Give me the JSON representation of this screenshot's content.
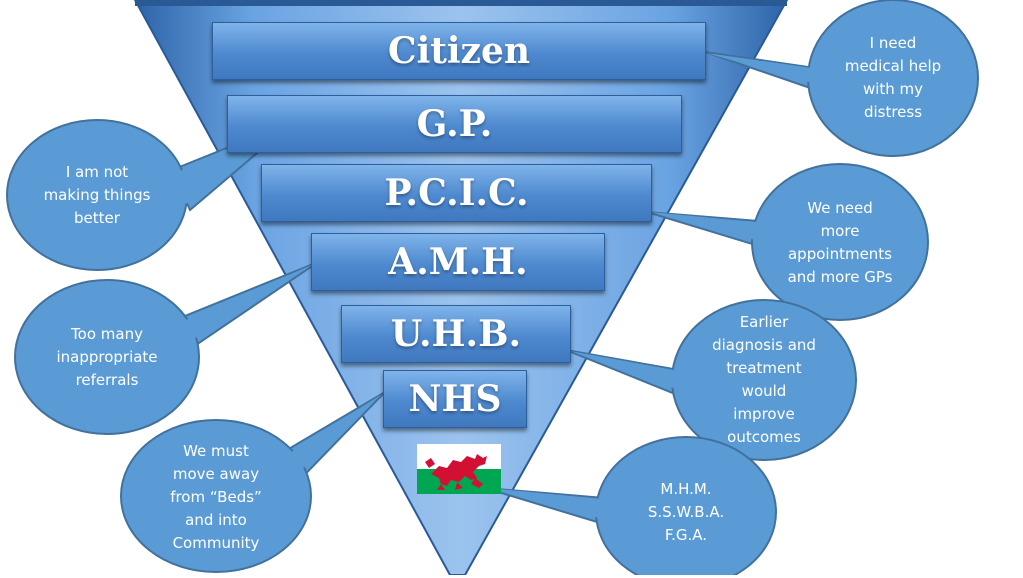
{
  "pyramid": {
    "levels": [
      {
        "label": "Citizen"
      },
      {
        "label": "G.P."
      },
      {
        "label": "P.C.I.C."
      },
      {
        "label": "A.M.H."
      },
      {
        "label": "U.H.B."
      },
      {
        "label": "NHS"
      }
    ],
    "flag": "welsh-flag"
  },
  "bubbles": [
    {
      "text": "I need\nmedical help\nwith my\ndistress"
    },
    {
      "text": "I am not\nmaking things\nbetter"
    },
    {
      "text": "We need\nmore\nappointments\nand more GPs"
    },
    {
      "text": "Too many\ninappropriate\nreferrals"
    },
    {
      "text": "Earlier\ndiagnosis and\ntreatment\nwould\nimprove\noutcomes"
    },
    {
      "text": "We must\nmove away\nfrom “Beds”\nand into\nCommunity"
    },
    {
      "text": "M.H.M.\nS.S.W.B.A.\nF.G.A."
    }
  ],
  "colors": {
    "bubble": "#5b9bd5",
    "bubble_border": "#41719c",
    "triangle_light": "#9cc3ee",
    "triangle_dark": "#2d64a8",
    "flag_green": "#00a651",
    "flag_red": "#d21034"
  }
}
